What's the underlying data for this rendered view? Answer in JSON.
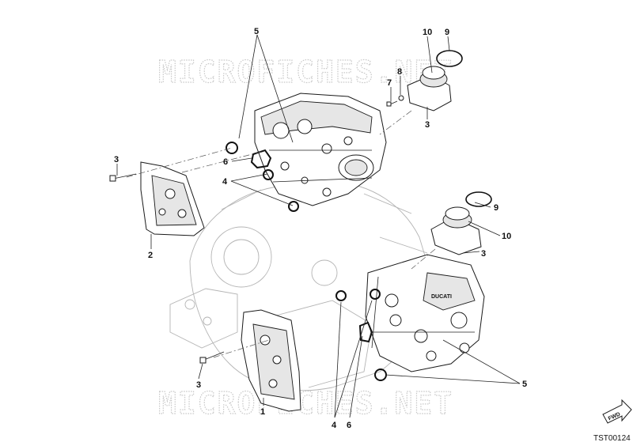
{
  "watermarks": [
    "MICROFICHES.NET",
    "MICROFICHES.NET"
  ],
  "drawing_code": "TST00124",
  "fwd_label": "FWD",
  "callouts": [
    "5",
    "10",
    "9",
    "8",
    "7",
    "3",
    "3",
    "6",
    "4",
    "9",
    "10",
    "3",
    "2",
    "3",
    "1",
    "4",
    "6",
    "5"
  ]
}
